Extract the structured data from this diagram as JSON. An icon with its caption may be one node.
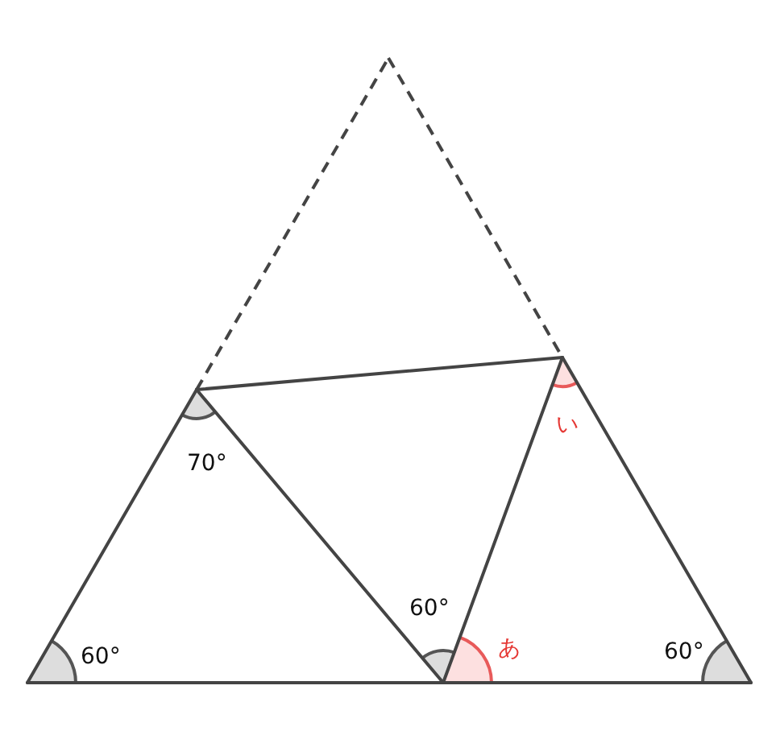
{
  "diagram": {
    "labels": [
      "い",
      "70°",
      "60°",
      "あ",
      "60°",
      "60°"
    ]
  }
}
